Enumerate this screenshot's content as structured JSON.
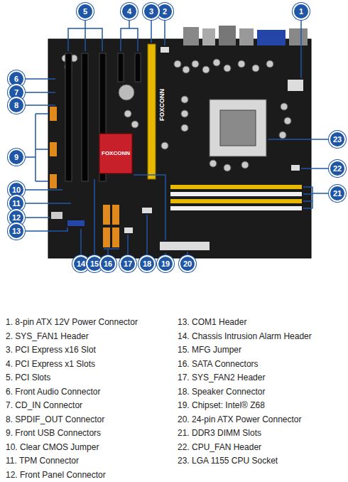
{
  "diagram": {
    "nodes": [
      {
        "text": [
          "1"
        ]
      },
      {
        "text": [
          "2"
        ]
      },
      {
        "text": [
          "3"
        ]
      },
      {
        "text": [
          "4"
        ]
      },
      {
        "text": [
          "5"
        ]
      },
      {
        "text": [
          "6"
        ]
      },
      {
        "text": [
          "7"
        ]
      },
      {
        "text": [
          "8"
        ]
      },
      {
        "text": [
          "9"
        ]
      },
      {
        "text": [
          "10"
        ]
      },
      {
        "text": [
          "11"
        ]
      },
      {
        "text": [
          "12"
        ]
      },
      {
        "text": [
          "13"
        ]
      },
      {
        "text": [
          "14"
        ]
      },
      {
        "text": [
          "15"
        ]
      },
      {
        "text": [
          "16"
        ]
      },
      {
        "text": [
          "17"
        ]
      },
      {
        "text": [
          "18"
        ]
      },
      {
        "text": [
          "19"
        ]
      },
      {
        "text": [
          "20"
        ]
      },
      {
        "text": [
          "21"
        ]
      },
      {
        "text": [
          "22"
        ]
      },
      {
        "text": [
          "23"
        ]
      }
    ],
    "labels": [
      "1. 8-pin ATX 12V Power Connector",
      "2. SYS_FAN1 Header",
      "3. PCI Express x16 Slot",
      "4. PCI Express x1 Slots",
      "5. PCI Slots",
      "6. Front Audio Connector",
      "7. CD_IN Connector",
      "8. SPDIF_OUT Connector",
      "9. Front USB Connectors",
      "10. Clear CMOS Jumper",
      "11. TPM Connector",
      "12. Front Panel Connector",
      "13. COM1 Header",
      "14. Chassis Intrusion Alarm Header",
      "15. MFG Jumper",
      "16. SATA Connectors",
      "17. SYS_FAN2 Header",
      "18. Speaker Connector",
      "19. Chipset: Intel® Z68",
      "20. 24-pin ATX Power Connector",
      "21. DDR3 DIMM Slots",
      "22. CPU_FAN Header",
      "23. LGA 1155 CPU Socket",
      "FOXCONN",
      "FOXCONN"
    ]
  }
}
